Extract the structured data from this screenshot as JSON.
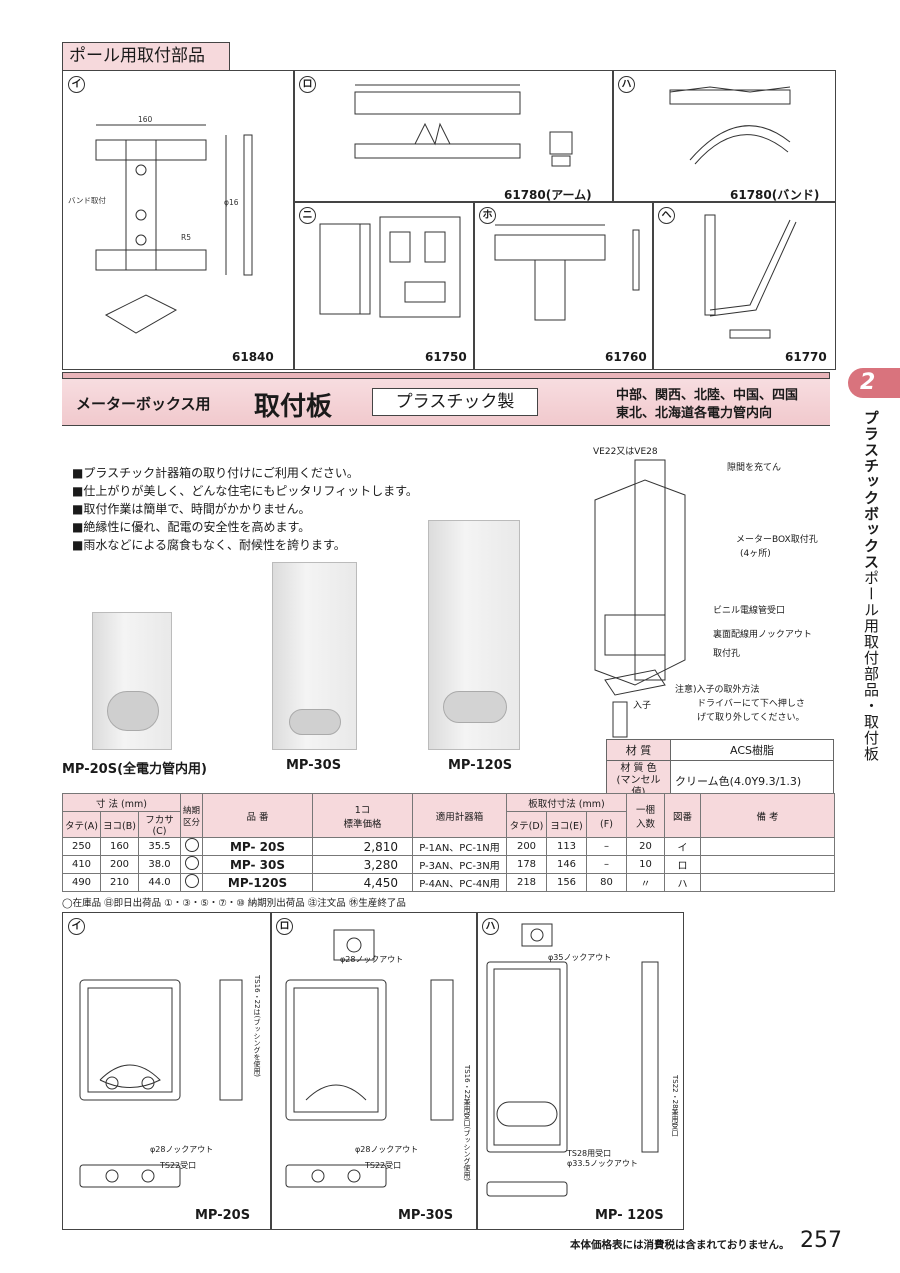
{
  "section_header": "ポール用取付部品",
  "pole_parts": [
    {
      "mark": "イ",
      "code": "61840"
    },
    {
      "mark": "ロ",
      "code": "61780(アーム)"
    },
    {
      "mark": "ハ",
      "code": "61780(バンド)"
    },
    {
      "mark": "ニ",
      "code": "61750"
    },
    {
      "mark": "ホ",
      "code": "61760"
    },
    {
      "mark": "ヘ",
      "code": "61770"
    }
  ],
  "pole_dims_i": {
    "w": "160",
    "band": "バンド取付",
    "phi": "φ16",
    "r": "R5"
  },
  "band_title": {
    "sub": "メーターボックス用",
    "main": "取付板",
    "material": "プラスチック製",
    "regions_1": "中部、関西、北陸、中国、四国",
    "regions_2": "東北、北海道各電力管内向"
  },
  "chapter": {
    "number": "2",
    "title": "プラスチックボックス",
    "subtitle": "ポール用取付部品・取付板"
  },
  "features": [
    "■プラスチック計器箱の取り付けにご利用ください。",
    "■仕上がりが美しく、どんな住宅にもピッタリフィットします。",
    "■取付作業は簡単で、時間がかかりません。",
    "■絶縁性に優れ、配電の安全性を高めます。",
    "■雨水などによる腐食もなく、耐候性を誇ります。"
  ],
  "photos": [
    {
      "label": "MP-20S(全電力管内用)"
    },
    {
      "label": "MP-30S"
    },
    {
      "label": "MP-120S"
    }
  ],
  "diagram_labels": {
    "top": "VE22又はVE28",
    "gap": "隙間を充てん",
    "hole": "メーターBOX取付孔",
    "hole_count": "(4ヶ所)",
    "vinyl": "ビニル電線管受口",
    "knock": "裏面配線用ノックアウト",
    "mount": "取付孔",
    "insert": "入子",
    "note1": "注意)入子の取外方法",
    "note2": "ドライバーにて下へ押しさ",
    "note3": "げて取り外してください。"
  },
  "spec": {
    "material_label": "材 質",
    "material_value": "ACS樹脂",
    "color_label": "材 質 色",
    "color_label2": "(マンセル値)",
    "color_value": "クリーム色(4.0Y9.3/1.3)"
  },
  "table": {
    "h_size": "寸 法 (mm)",
    "h_tate": "タテ(A)",
    "h_yoko": "ヨコ(B)",
    "h_fuka": "フカサ(C)",
    "h_noki": "納期区分",
    "h_hinban": "品 番",
    "h_price1": "1コ",
    "h_price2": "標準価格",
    "h_meter": "適用計器箱",
    "h_plate": "板取付寸法 (mm)",
    "h_d": "タテ(D)",
    "h_e": "ヨコ(E)",
    "h_f": "(F)",
    "h_pack1": "一梱",
    "h_pack2": "入数",
    "h_fig": "図番",
    "h_note": "備 考",
    "rows": [
      {
        "a": "250",
        "b": "160",
        "c": "35.5",
        "pn": "MP- 20S",
        "price": "2,810",
        "meter": "P-1AN、PC-1N用",
        "d": "200",
        "e": "113",
        "f": "–",
        "pack": "20",
        "fig": "イ"
      },
      {
        "a": "410",
        "b": "200",
        "c": "38.0",
        "pn": "MP- 30S",
        "price": "3,280",
        "meter": "P-3AN、PC-3N用",
        "d": "178",
        "e": "146",
        "f": "–",
        "pack": "10",
        "fig": "ロ"
      },
      {
        "a": "490",
        "b": "210",
        "c": "44.0",
        "pn": "MP-120S",
        "price": "4,450",
        "meter": "P-4AN、PC-4N用",
        "d": "218",
        "e": "156",
        "f": "80",
        "pack": "〃",
        "fig": "ハ"
      }
    ]
  },
  "legend": "◯在庫品 ㊐即日出荷品 ①・③・⑤・⑦・⑩ 納期別出荷品 ㊟注文品 ㊡生産終了品",
  "bottom_panels": [
    {
      "mark": "イ",
      "code": "MP-20S",
      "note1": "φ28ノックアウト",
      "note2": "TS22受口",
      "side": "TS16・22は(ブッシングを使用)"
    },
    {
      "mark": "ロ",
      "code": "MP-30S",
      "note1": "φ28ノックアウト",
      "note2": "TS22受口",
      "top": "φ28ノックアウト",
      "side": "TS16・22兼用受口(ブッシング使用)"
    },
    {
      "mark": "ハ",
      "code": "MP- 120S",
      "note1": "φ35ノックアウト",
      "note2": "TS28用受口",
      "note3": "φ33.5ノックアウト",
      "side": "TS22・28兼用受口"
    }
  ],
  "footer_note": "本体価格表には消費税は含まれておりません。",
  "page_number": "257"
}
